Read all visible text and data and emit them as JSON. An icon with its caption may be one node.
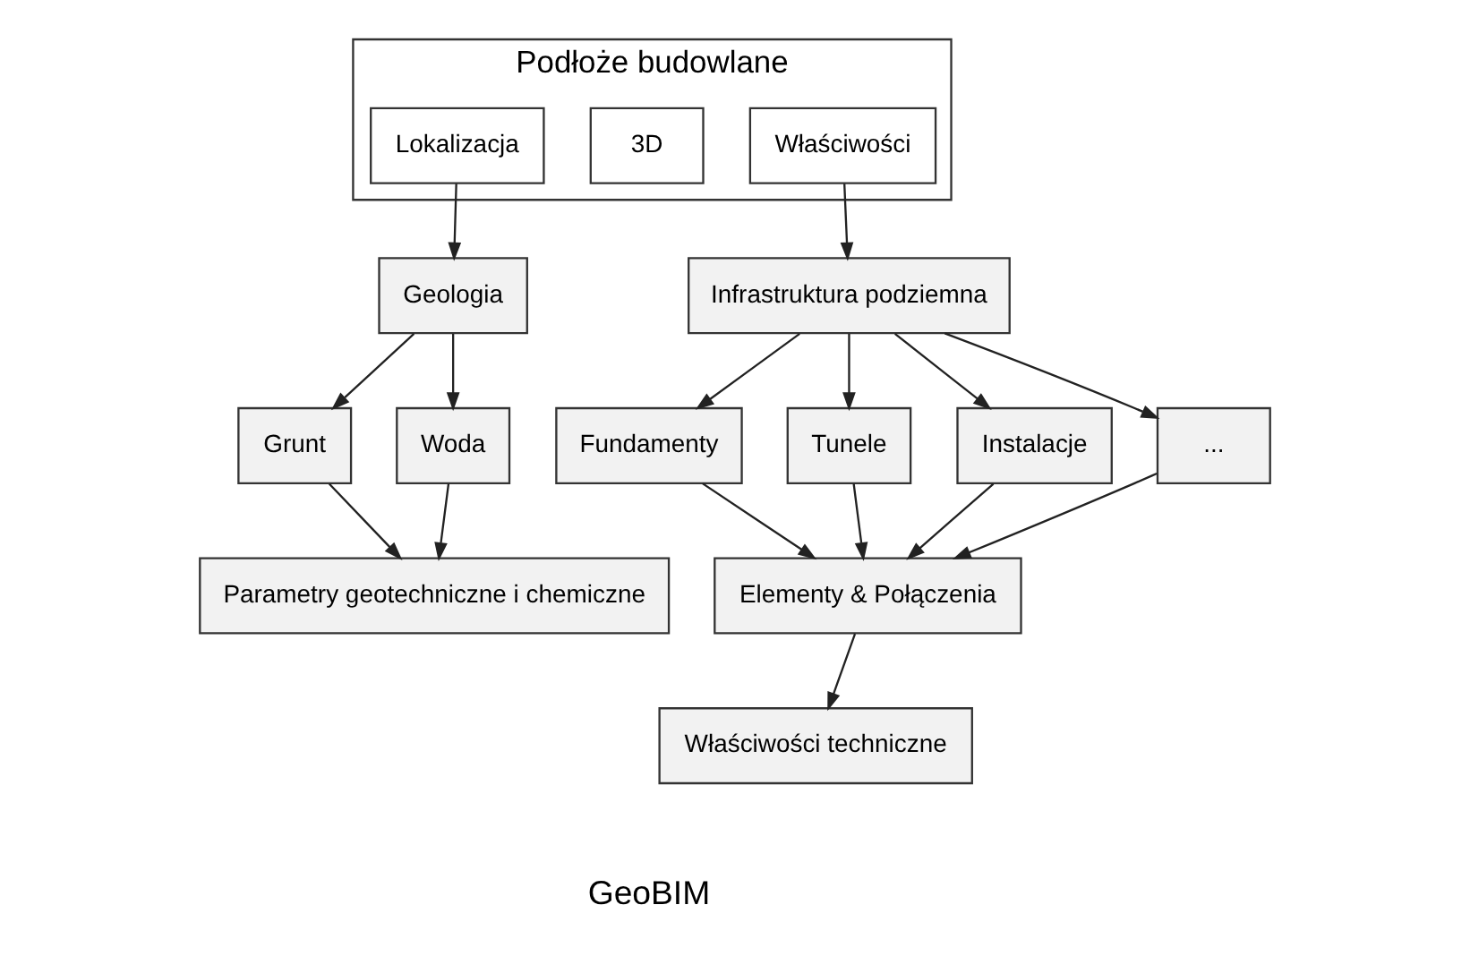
{
  "diagram": {
    "nodes": [
      {
        "text": [
          "Podłoże budowlane"
        ]
      },
      {
        "text": [
          "Lokalizacja"
        ],
        "in": 0
      },
      {
        "text": [
          "3D"
        ],
        "in": 0
      },
      {
        "text": [
          "Właściwości"
        ],
        "in": 0
      },
      {
        "text": [
          "Geologia"
        ]
      },
      {
        "text": [
          "Grunt"
        ]
      },
      {
        "text": [
          "Woda"
        ]
      },
      {
        "text": [
          "Parametry geotechniczne i chemiczne"
        ]
      },
      {
        "text": [
          "Infrastruktura podziemna"
        ]
      },
      {
        "text": [
          "Fundamenty"
        ]
      },
      {
        "text": [
          "Tunele"
        ]
      },
      {
        "text": [
          "Instalacje"
        ]
      },
      {
        "text": [
          "..."
        ]
      },
      {
        "text": [
          "Elementy & Połączenia"
        ]
      },
      {
        "text": [
          "Właściwości techniczne"
        ]
      }
    ],
    "edges": [
      {
        "from": 1,
        "to": 4,
        "arrow": "to"
      },
      {
        "from": 3,
        "to": 8,
        "arrow": "to"
      },
      {
        "from": 4,
        "to": 5,
        "arrow": "to"
      },
      {
        "from": 4,
        "to": 6,
        "arrow": "to"
      },
      {
        "from": 5,
        "to": 7,
        "arrow": "to"
      },
      {
        "from": 6,
        "to": 7,
        "arrow": "to"
      },
      {
        "from": 8,
        "to": 9,
        "arrow": "to"
      },
      {
        "from": 8,
        "to": 10,
        "arrow": "to"
      },
      {
        "from": 8,
        "to": 11,
        "arrow": "to"
      },
      {
        "from": 8,
        "to": 12,
        "arrow": "to"
      },
      {
        "from": 9,
        "to": 13,
        "arrow": "to"
      },
      {
        "from": 10,
        "to": 13,
        "arrow": "to"
      },
      {
        "from": 11,
        "to": 13,
        "arrow": "to"
      },
      {
        "from": 12,
        "to": 13,
        "arrow": "to"
      },
      {
        "from": 13,
        "to": 14,
        "arrow": "to"
      }
    ],
    "labels": [
      "GeoBIM"
    ]
  }
}
